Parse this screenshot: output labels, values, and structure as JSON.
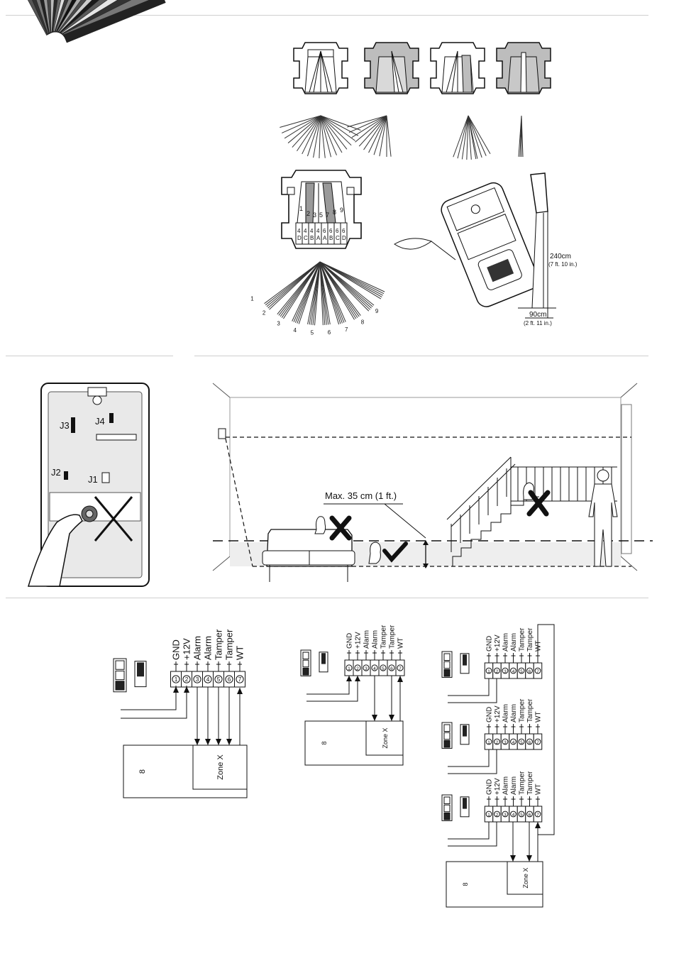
{
  "section1": {
    "zone_numbers": [
      "1",
      "2",
      "3",
      "5",
      "7",
      "8",
      "9"
    ],
    "zone_sublabels": [
      "4D",
      "4C",
      "4B",
      "4A",
      "6A",
      "6B",
      "6C",
      "6D"
    ],
    "fan_numbers": [
      "9",
      "8",
      "7",
      "6",
      "5",
      "4",
      "3",
      "2",
      "1"
    ],
    "height_label": "240cm",
    "height_label_imperial": "(7 ft. 10 in.)",
    "distance_label": "90cm",
    "distance_label_imperial": "(2 ft. 11 in.)"
  },
  "section2": {
    "jumpers": {
      "j1": "J1",
      "j2": "J2",
      "j3": "J3",
      "j4": "J4"
    },
    "max_height_label": "Max. 35 cm (1 ft.)"
  },
  "section3": {
    "terminals": [
      "GND",
      "+12V",
      "Alarm",
      "Alarm",
      "Tamper",
      "Tamper",
      "WT"
    ],
    "terminal_numbers": [
      "1",
      "2",
      "3",
      "4",
      "5",
      "6",
      "7"
    ],
    "panel_label": "8",
    "zone_label": "Zone X"
  }
}
